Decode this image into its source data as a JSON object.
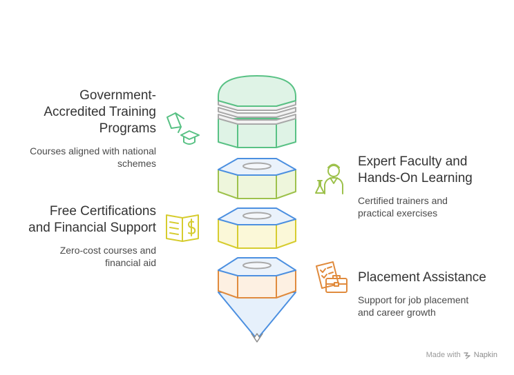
{
  "items": [
    {
      "title_lines": [
        "Government-",
        "Accredited Training",
        "Programs"
      ],
      "desc_lines": [
        "Courses aligned with national",
        "schemes"
      ],
      "icon": "graduation-cap-megaphone-icon",
      "color": "#58c184"
    },
    {
      "title_lines": [
        "Expert Faculty and",
        "Hands-On Learning"
      ],
      "desc_lines": [
        "Certified trainers and",
        "practical exercises"
      ],
      "icon": "teacher-flask-icon",
      "color": "#9dc14b"
    },
    {
      "title_lines": [
        "Free Certifications",
        "and Financial Support"
      ],
      "desc_lines": [
        "Zero-cost courses and",
        "financial aid"
      ],
      "icon": "book-dollar-icon",
      "color": "#d6cc2e"
    },
    {
      "title_lines": [
        "Placement Assistance"
      ],
      "desc_lines": [
        "Support for job placement",
        "and career growth"
      ],
      "icon": "briefcase-checklist-icon",
      "color": "#e08a3c"
    }
  ],
  "stack": {
    "top_fill": "#dff3e6",
    "top_stroke": "#58c184",
    "sheet_stroke": "#a8a8a8",
    "accent_blue": "#4b8fe0",
    "cone_fill": "#e6f0fb"
  },
  "credit": {
    "made_with": "Made with",
    "brand": "Napkin"
  }
}
